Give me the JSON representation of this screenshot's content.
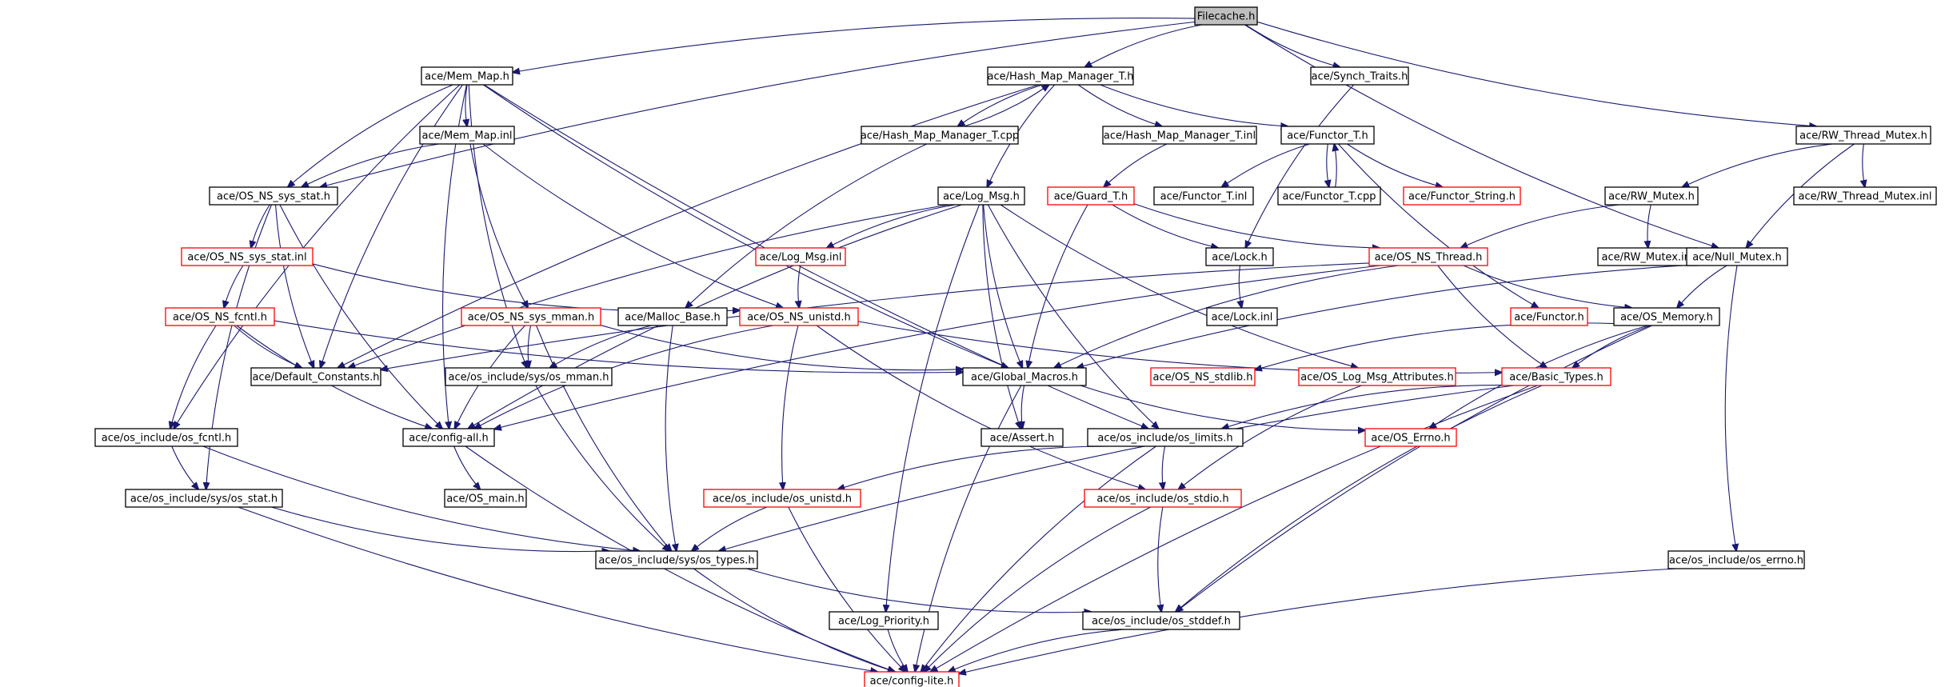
{
  "diagram": {
    "colors": {
      "edge": "#191970",
      "normal_border": "#000000",
      "missing_border": "#ff0000",
      "root_fill": "#bfbfbf",
      "node_fill": "#ffffff"
    },
    "nodes": [
      {
        "id": "filecache",
        "label": "Filecache.h",
        "style": "root"
      },
      {
        "id": "mem_map",
        "label": "ace/Mem_Map.h",
        "style": "normal"
      },
      {
        "id": "hmm_t",
        "label": "ace/Hash_Map_Manager_T.h",
        "style": "normal"
      },
      {
        "id": "synch_traits",
        "label": "ace/Synch_Traits.h",
        "style": "normal"
      },
      {
        "id": "rw_thread_mutex",
        "label": "ace/RW_Thread_Mutex.h",
        "style": "normal"
      },
      {
        "id": "mem_map_inl",
        "label": "ace/Mem_Map.inl",
        "style": "normal"
      },
      {
        "id": "hmm_t_cpp",
        "label": "ace/Hash_Map_Manager_T.cpp",
        "style": "normal"
      },
      {
        "id": "hmm_t_inl",
        "label": "ace/Hash_Map_Manager_T.inl",
        "style": "normal"
      },
      {
        "id": "functor_t",
        "label": "ace/Functor_T.h",
        "style": "normal"
      },
      {
        "id": "rw_mutex",
        "label": "ace/RW_Mutex.h",
        "style": "normal"
      },
      {
        "id": "rw_thread_mutex_inl",
        "label": "ace/RW_Thread_Mutex.inl",
        "style": "normal"
      },
      {
        "id": "os_ns_sys_stat",
        "label": "ace/OS_NS_sys_stat.h",
        "style": "normal"
      },
      {
        "id": "log_msg",
        "label": "ace/Log_Msg.h",
        "style": "normal"
      },
      {
        "id": "guard_t",
        "label": "ace/Guard_T.h",
        "style": "missing"
      },
      {
        "id": "functor_t_inl",
        "label": "ace/Functor_T.inl",
        "style": "normal"
      },
      {
        "id": "functor_t_cpp",
        "label": "ace/Functor_T.cpp",
        "style": "normal"
      },
      {
        "id": "functor_string",
        "label": "ace/Functor_String.h",
        "style": "missing"
      },
      {
        "id": "os_ns_sys_stat_inl",
        "label": "ace/OS_NS_sys_stat.inl",
        "style": "missing"
      },
      {
        "id": "log_msg_inl",
        "label": "ace/Log_Msg.inl",
        "style": "missing"
      },
      {
        "id": "lock",
        "label": "ace/Lock.h",
        "style": "normal"
      },
      {
        "id": "os_ns_thread",
        "label": "ace/OS_NS_Thread.h",
        "style": "missing"
      },
      {
        "id": "rw_mutex_inl",
        "label": "ace/RW_Mutex.inl",
        "style": "normal"
      },
      {
        "id": "null_mutex",
        "label": "ace/Null_Mutex.h",
        "style": "normal"
      },
      {
        "id": "os_ns_fcntl",
        "label": "ace/OS_NS_fcntl.h",
        "style": "missing"
      },
      {
        "id": "os_ns_sys_mman",
        "label": "ace/OS_NS_sys_mman.h",
        "style": "missing"
      },
      {
        "id": "malloc_base",
        "label": "ace/Malloc_Base.h",
        "style": "normal"
      },
      {
        "id": "os_ns_unistd",
        "label": "ace/OS_NS_unistd.h",
        "style": "missing"
      },
      {
        "id": "lock_inl",
        "label": "ace/Lock.inl",
        "style": "normal"
      },
      {
        "id": "functor",
        "label": "ace/Functor.h",
        "style": "missing"
      },
      {
        "id": "os_memory",
        "label": "ace/OS_Memory.h",
        "style": "normal"
      },
      {
        "id": "default_constants",
        "label": "ace/Default_Constants.h",
        "style": "normal"
      },
      {
        "id": "sys_mman",
        "label": "ace/os_include/sys/os_mman.h",
        "style": "normal"
      },
      {
        "id": "global_macros",
        "label": "ace/Global_Macros.h",
        "style": "normal"
      },
      {
        "id": "os_ns_stdlib",
        "label": "ace/OS_NS_stdlib.h",
        "style": "missing"
      },
      {
        "id": "os_log_msg_attr",
        "label": "ace/OS_Log_Msg_Attributes.h",
        "style": "missing"
      },
      {
        "id": "basic_types",
        "label": "ace/Basic_Types.h",
        "style": "missing"
      },
      {
        "id": "os_fcntl",
        "label": "ace/os_include/os_fcntl.h",
        "style": "normal"
      },
      {
        "id": "config_all",
        "label": "ace/config-all.h",
        "style": "normal"
      },
      {
        "id": "assert",
        "label": "ace/Assert.h",
        "style": "normal"
      },
      {
        "id": "os_limits",
        "label": "ace/os_include/os_limits.h",
        "style": "normal"
      },
      {
        "id": "os_errno_h",
        "label": "ace/OS_Errno.h",
        "style": "missing"
      },
      {
        "id": "sys_os_stat",
        "label": "ace/os_include/sys/os_stat.h",
        "style": "normal"
      },
      {
        "id": "os_main",
        "label": "ace/OS_main.h",
        "style": "normal"
      },
      {
        "id": "os_unistd",
        "label": "ace/os_include/os_unistd.h",
        "style": "missing"
      },
      {
        "id": "os_stdio",
        "label": "ace/os_include/os_stdio.h",
        "style": "missing"
      },
      {
        "id": "sys_os_types",
        "label": "ace/os_include/sys/os_types.h",
        "style": "normal"
      },
      {
        "id": "os_errno",
        "label": "ace/os_include/os_errno.h",
        "style": "normal"
      },
      {
        "id": "log_priority",
        "label": "ace/Log_Priority.h",
        "style": "normal"
      },
      {
        "id": "os_stddef",
        "label": "ace/os_include/os_stddef.h",
        "style": "normal"
      },
      {
        "id": "config_lite",
        "label": "ace/config-lite.h",
        "style": "missing"
      }
    ],
    "edges": [
      [
        "filecache",
        "mem_map"
      ],
      [
        "filecache",
        "hmm_t"
      ],
      [
        "filecache",
        "synch_traits"
      ],
      [
        "filecache",
        "rw_thread_mutex"
      ],
      [
        "filecache",
        "os_ns_sys_stat"
      ],
      [
        "filecache",
        "null_mutex"
      ],
      [
        "mem_map",
        "mem_map_inl"
      ],
      [
        "mem_map",
        "os_ns_sys_stat"
      ],
      [
        "mem_map",
        "default_constants"
      ],
      [
        "mem_map",
        "sys_mman"
      ],
      [
        "mem_map",
        "global_macros"
      ],
      [
        "mem_map",
        "os_fcntl"
      ],
      [
        "mem_map",
        "config_all"
      ],
      [
        "mem_map",
        "os_limits"
      ],
      [
        "mem_map_inl",
        "os_ns_sys_stat"
      ],
      [
        "mem_map_inl",
        "os_ns_sys_mman"
      ],
      [
        "mem_map_inl",
        "os_ns_unistd"
      ],
      [
        "hmm_t",
        "hmm_t_cpp"
      ],
      [
        "hmm_t",
        "hmm_t_inl"
      ],
      [
        "hmm_t",
        "functor_t"
      ],
      [
        "hmm_t",
        "log_msg"
      ],
      [
        "hmm_t",
        "default_constants"
      ],
      [
        "hmm_t_cpp",
        "hmm_t"
      ],
      [
        "hmm_t_cpp",
        "malloc_base"
      ],
      [
        "hmm_t_inl",
        "guard_t"
      ],
      [
        "functor_t",
        "functor_t_inl"
      ],
      [
        "functor_t",
        "functor_t_cpp"
      ],
      [
        "functor_t",
        "functor_string"
      ],
      [
        "functor_t",
        "functor"
      ],
      [
        "functor_t_cpp",
        "functor_t"
      ],
      [
        "synch_traits",
        "lock"
      ],
      [
        "rw_thread_mutex",
        "rw_mutex"
      ],
      [
        "rw_thread_mutex",
        "rw_thread_mutex_inl"
      ],
      [
        "rw_thread_mutex",
        "null_mutex"
      ],
      [
        "rw_mutex",
        "rw_mutex_inl"
      ],
      [
        "rw_mutex",
        "os_ns_thread"
      ],
      [
        "null_mutex",
        "os_memory"
      ],
      [
        "null_mutex",
        "global_macros"
      ],
      [
        "null_mutex",
        "os_errno"
      ],
      [
        "os_ns_sys_stat",
        "os_ns_sys_stat_inl"
      ],
      [
        "os_ns_sys_stat",
        "default_constants"
      ],
      [
        "os_ns_sys_stat",
        "sys_os_stat"
      ],
      [
        "os_ns_sys_stat",
        "config_all"
      ],
      [
        "os_ns_sys_stat_inl",
        "os_ns_fcntl"
      ],
      [
        "os_ns_sys_stat_inl",
        "os_ns_unistd"
      ],
      [
        "os_ns_fcntl",
        "default_constants"
      ],
      [
        "os_ns_fcntl",
        "os_fcntl"
      ],
      [
        "os_ns_fcntl",
        "global_macros"
      ],
      [
        "os_ns_fcntl",
        "config_all"
      ],
      [
        "log_msg",
        "log_msg_inl"
      ],
      [
        "log_msg",
        "default_constants"
      ],
      [
        "log_msg",
        "global_macros"
      ],
      [
        "log_msg",
        "assert"
      ],
      [
        "log_msg",
        "os_log_msg_attr"
      ],
      [
        "log_msg",
        "log_priority"
      ],
      [
        "log_msg",
        "os_limits"
      ],
      [
        "log_msg",
        "config_all"
      ],
      [
        "log_msg_inl",
        "os_ns_unistd"
      ],
      [
        "guard_t",
        "lock"
      ],
      [
        "guard_t",
        "os_ns_thread"
      ],
      [
        "guard_t",
        "global_macros"
      ],
      [
        "lock",
        "lock_inl"
      ],
      [
        "os_ns_thread",
        "os_memory"
      ],
      [
        "os_ns_thread",
        "basic_types"
      ],
      [
        "os_ns_thread",
        "global_macros"
      ],
      [
        "os_ns_thread",
        "default_constants"
      ],
      [
        "os_ns_thread",
        "config_all"
      ],
      [
        "os_ns_sys_mman",
        "sys_mman"
      ],
      [
        "os_ns_sys_mman",
        "global_macros"
      ],
      [
        "os_ns_sys_mman",
        "config_all"
      ],
      [
        "os_ns_sys_mman",
        "sys_os_types"
      ],
      [
        "malloc_base",
        "sys_mman"
      ],
      [
        "malloc_base",
        "sys_os_types"
      ],
      [
        "os_ns_unistd",
        "basic_types"
      ],
      [
        "os_ns_unistd",
        "os_unistd"
      ],
      [
        "os_ns_unistd",
        "os_stdio"
      ],
      [
        "os_ns_unistd",
        "config_all"
      ],
      [
        "os_memory",
        "basic_types"
      ],
      [
        "os_memory",
        "os_ns_stdlib"
      ],
      [
        "os_memory",
        "os_errno_h"
      ],
      [
        "os_memory",
        "os_stddef"
      ],
      [
        "sys_mman",
        "sys_os_types"
      ],
      [
        "global_macros",
        "assert"
      ],
      [
        "global_macros",
        "os_errno_h"
      ],
      [
        "global_macros",
        "config_lite"
      ],
      [
        "os_log_msg_attr",
        "os_stdio"
      ],
      [
        "basic_types",
        "os_limits"
      ],
      [
        "basic_types",
        "sys_os_types"
      ],
      [
        "basic_types",
        "os_stddef"
      ],
      [
        "basic_types",
        "config_lite"
      ],
      [
        "os_fcntl",
        "sys_os_stat"
      ],
      [
        "os_fcntl",
        "sys_os_types"
      ],
      [
        "config_all",
        "os_main"
      ],
      [
        "config_all",
        "config_lite"
      ],
      [
        "os_limits",
        "os_unistd"
      ],
      [
        "os_limits",
        "os_stdio"
      ],
      [
        "os_limits",
        "config_lite"
      ],
      [
        "sys_os_stat",
        "sys_os_types"
      ],
      [
        "sys_os_stat",
        "config_lite"
      ],
      [
        "os_unistd",
        "sys_os_types"
      ],
      [
        "os_unistd",
        "config_lite"
      ],
      [
        "os_stdio",
        "os_stddef"
      ],
      [
        "os_stdio",
        "config_lite"
      ],
      [
        "sys_os_types",
        "os_stddef"
      ],
      [
        "sys_os_types",
        "config_lite"
      ],
      [
        "os_errno",
        "config_lite"
      ],
      [
        "log_priority",
        "config_lite"
      ],
      [
        "os_stddef",
        "config_lite"
      ]
    ]
  }
}
